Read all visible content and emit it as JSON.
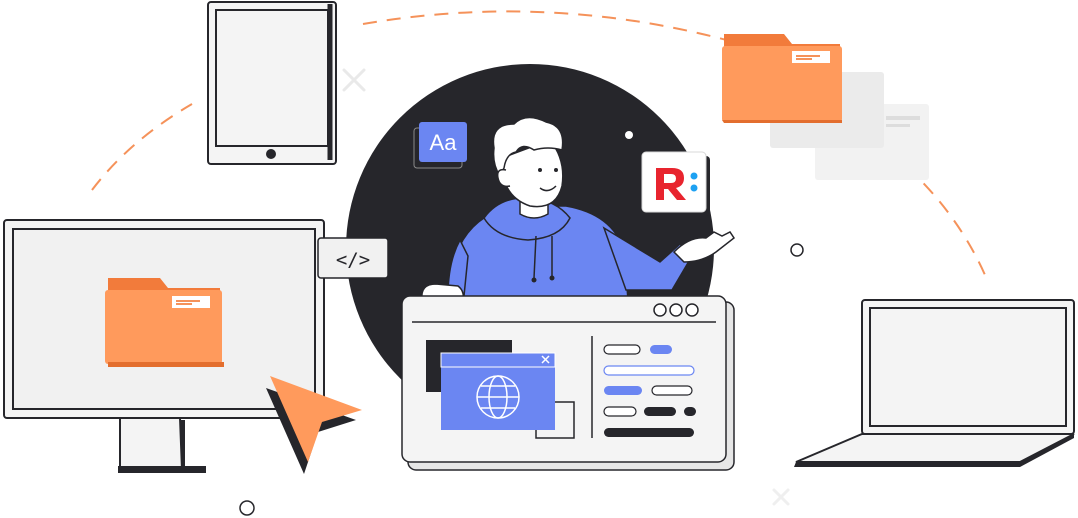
{
  "illustration": {
    "font_badge_text": "Aa",
    "code_tag_text": "</>",
    "app_logo_letter": "R",
    "icons": [
      "tablet-icon",
      "monitor-icon",
      "laptop-icon",
      "folder-icon",
      "cursor-arrow-icon",
      "globe-icon",
      "close-icon",
      "person-illustration",
      "app-logo-icon"
    ]
  },
  "colors": {
    "orange": "#FF9A5C",
    "orange_dark": "#F27B3B",
    "dark": "#26262B",
    "blue": "#6B86F2",
    "screen_gray": "#F1F1F1",
    "logo_red": "#E8242E",
    "logo_blue": "#1DA1F2"
  }
}
